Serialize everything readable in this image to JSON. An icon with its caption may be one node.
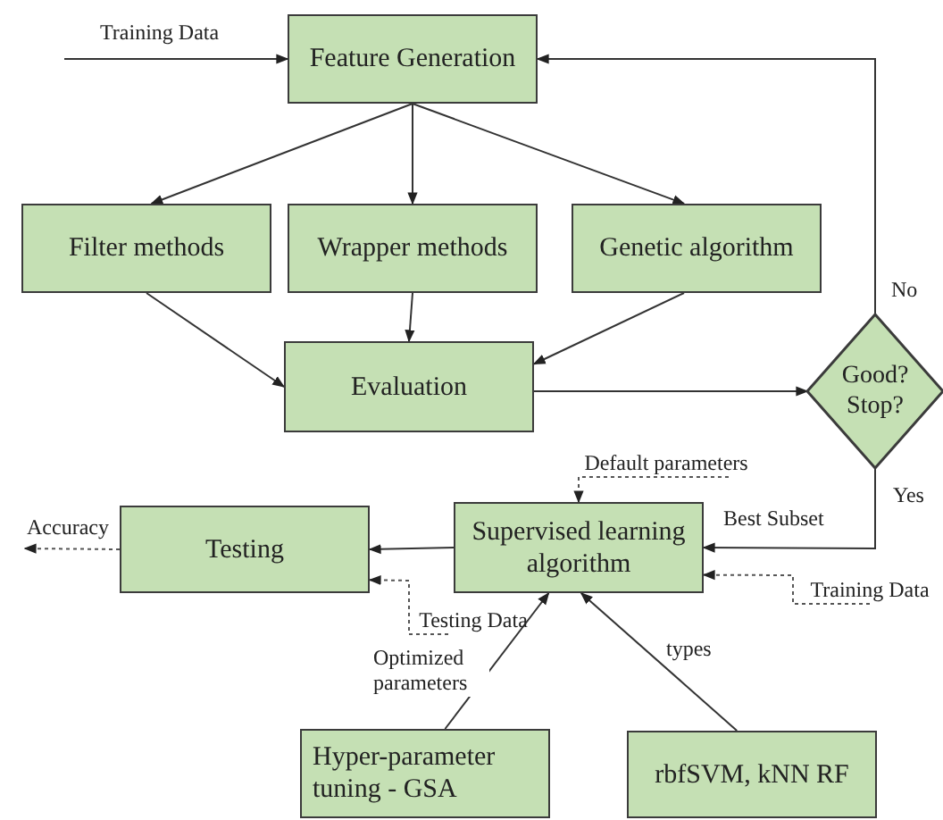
{
  "diagram": {
    "nodes": [
      {
        "text": [
          "Feature Generation"
        ]
      },
      {
        "text": [
          "Filter methods"
        ]
      },
      {
        "text": [
          "Wrapper methods"
        ]
      },
      {
        "text": [
          "Genetic algorithm"
        ]
      },
      {
        "text": [
          "Evaluation"
        ]
      },
      {
        "text": [
          "Good? Stop?"
        ]
      },
      {
        "text": [
          "Testing"
        ]
      },
      {
        "text": [
          "Supervised learning algorithm"
        ]
      },
      {
        "text": [
          "Default parameters"
        ]
      },
      {
        "text": [
          "Training Data"
        ]
      },
      {
        "text": [
          "Testing Data"
        ]
      },
      {
        "text": [
          "Hyper-parameter tuning - GSA"
        ]
      },
      {
        "text": [
          "rbfSVM, kNN RF"
        ]
      }
    ],
    "edges": [
      {
        "from": null,
        "to": 0,
        "arrow": "to",
        "label": "Training Data"
      },
      {
        "from": 0,
        "to": 1,
        "arrow": "to"
      },
      {
        "from": 0,
        "to": 2,
        "arrow": "to"
      },
      {
        "from": 0,
        "to": 3,
        "arrow": "to"
      },
      {
        "from": 1,
        "to": 4,
        "arrow": "to"
      },
      {
        "from": 2,
        "to": 4,
        "arrow": "to"
      },
      {
        "from": 3,
        "to": 4,
        "arrow": "to"
      },
      {
        "from": 4,
        "to": 5,
        "arrow": "to"
      },
      {
        "from": 5,
        "to": 0,
        "arrow": "to",
        "label": "No"
      },
      {
        "from": 5,
        "to": 7,
        "arrow": "to",
        "label": "Yes"
      },
      {
        "from": 7,
        "to": 6,
        "arrow": "to"
      },
      {
        "from": 6,
        "to": null,
        "arrow": "to",
        "label": "Accuracy",
        "style": "dashed"
      },
      {
        "from": 8,
        "to": 7,
        "arrow": "to",
        "style": "dashed"
      },
      {
        "from": 9,
        "to": 7,
        "arrow": "to",
        "style": "dashed"
      },
      {
        "from": 10,
        "to": 6,
        "arrow": "to",
        "style": "dashed"
      },
      {
        "from": 11,
        "to": 7,
        "arrow": "to",
        "label": "Optimized parameters"
      },
      {
        "from": 12,
        "to": 7,
        "arrow": "to",
        "label": "types"
      }
    ],
    "labels": [
      "Best Subset"
    ]
  }
}
